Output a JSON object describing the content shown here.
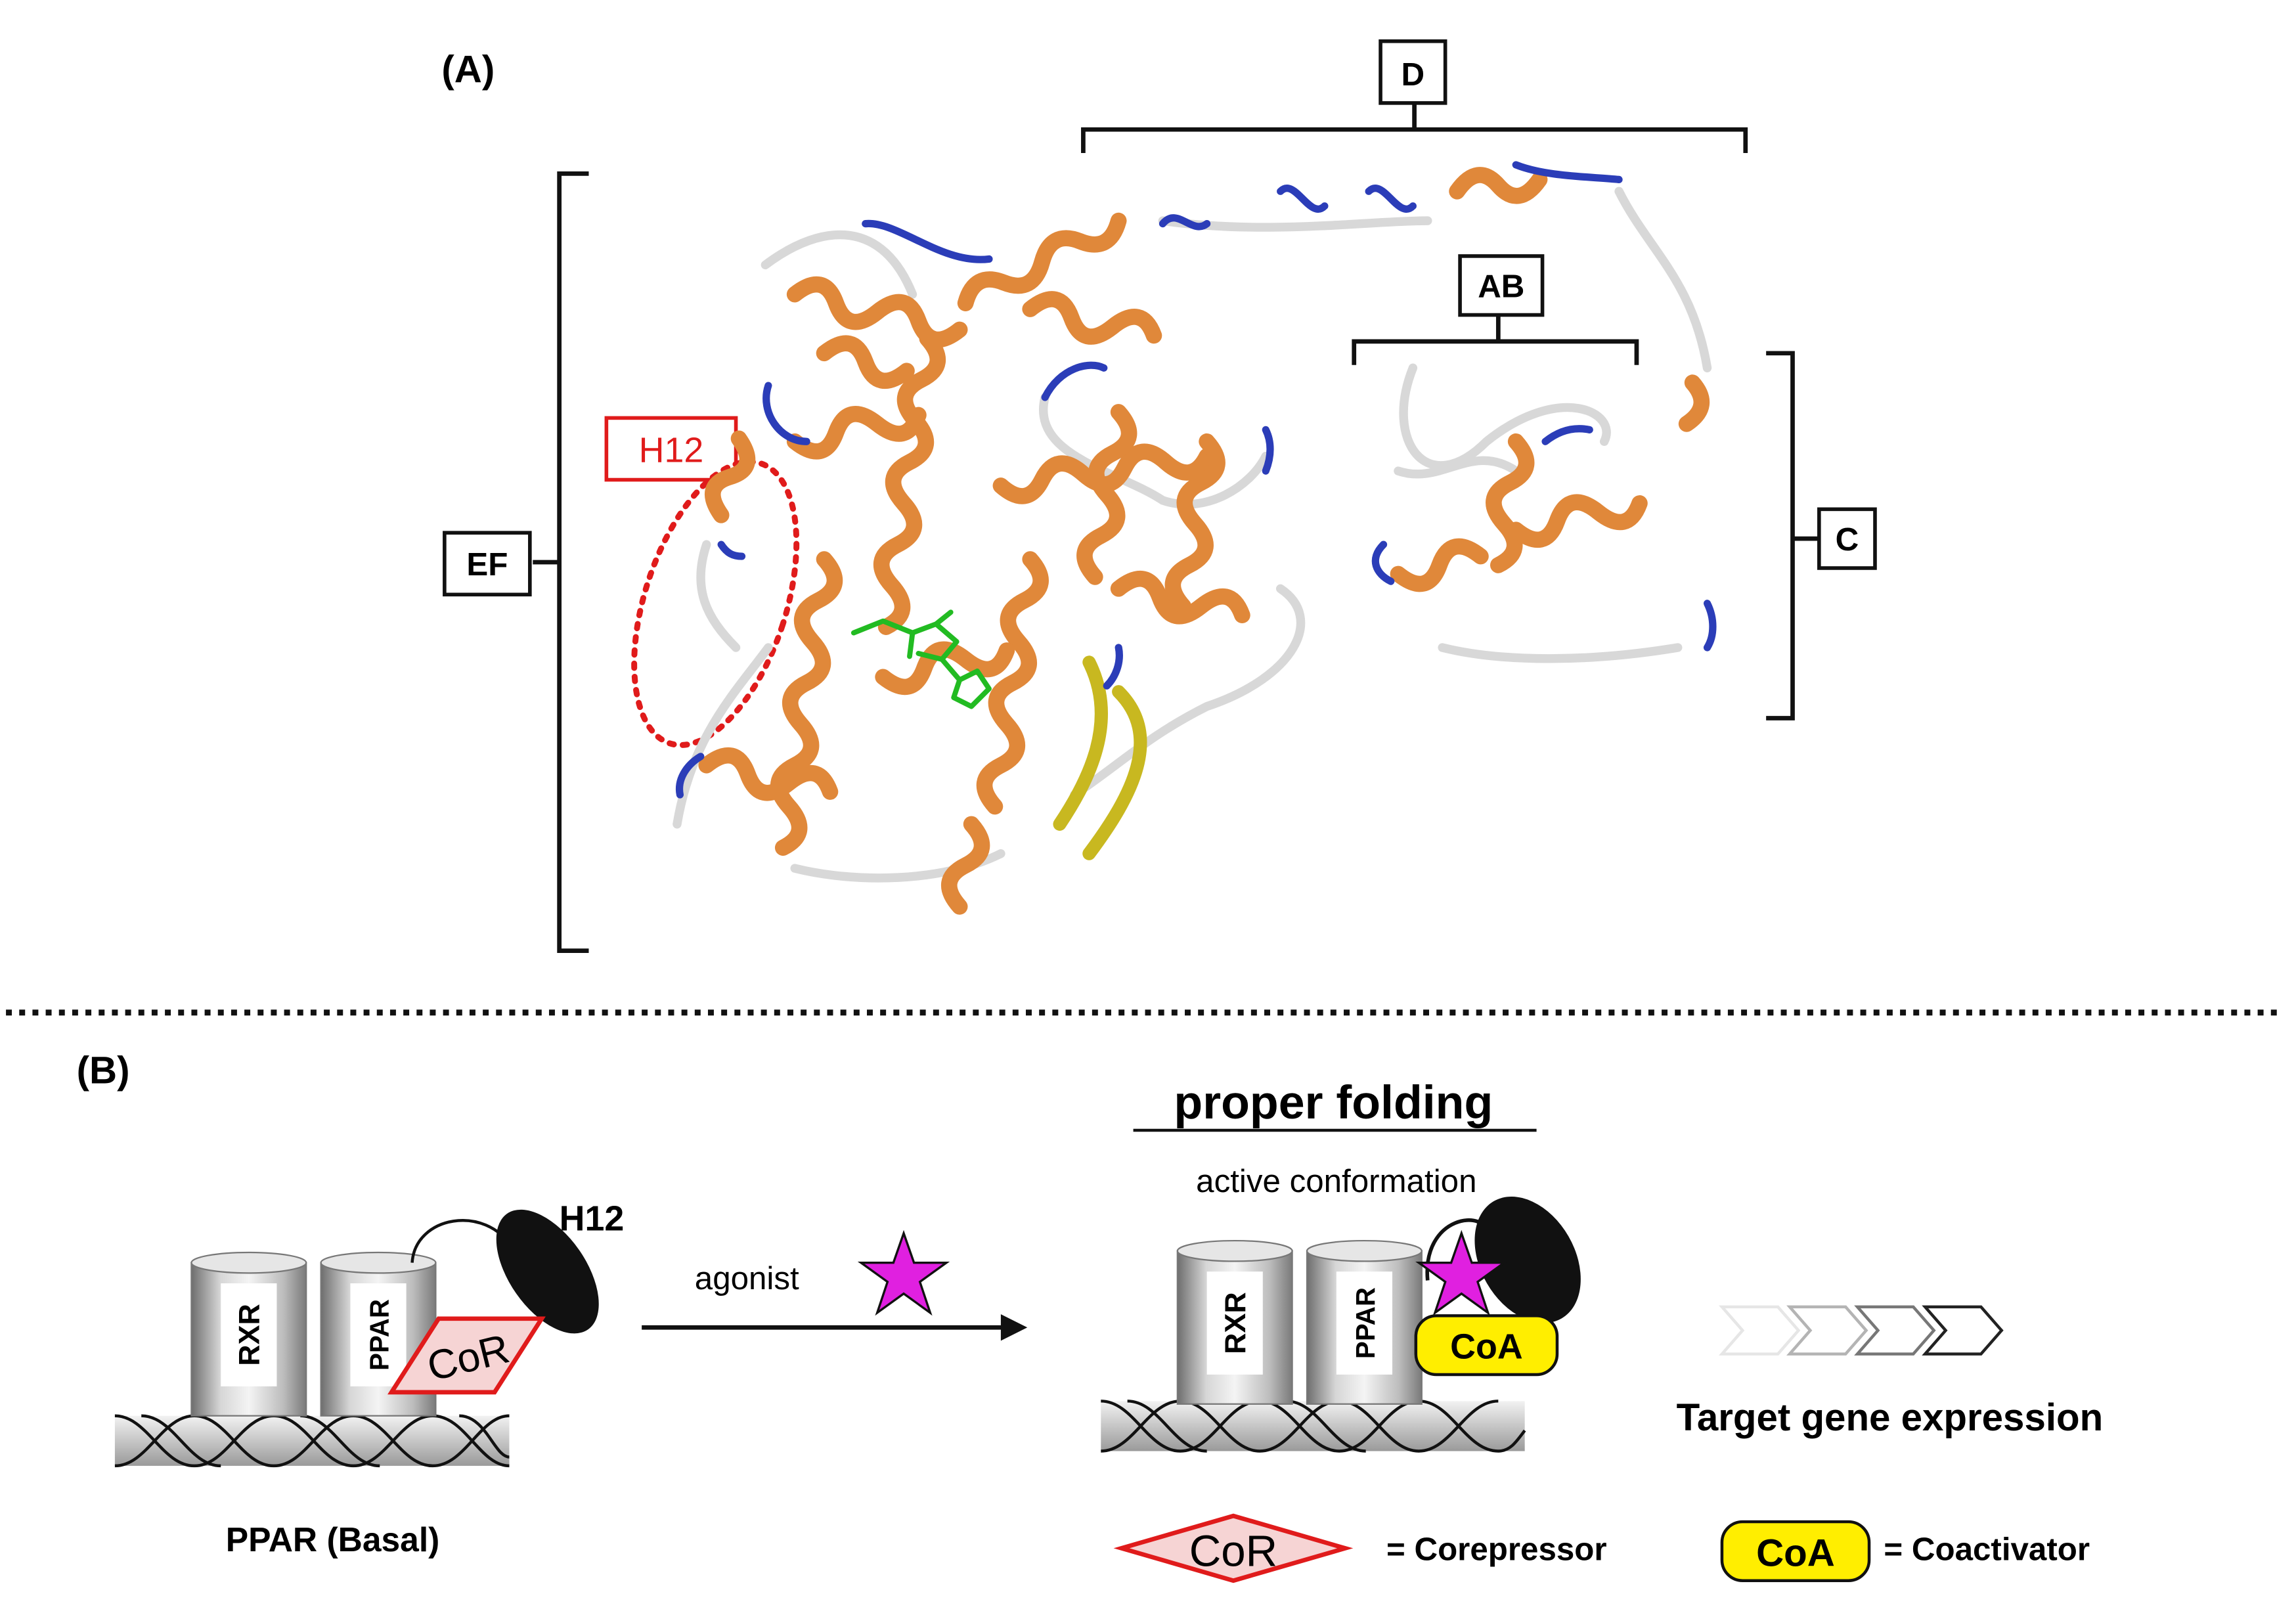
{
  "panel_a": {
    "label": "(A)",
    "domains": {
      "d": "D",
      "ab": "AB",
      "c": "C",
      "ef": "EF",
      "h12": "H12"
    }
  },
  "panel_b": {
    "label": "(B)",
    "basal": {
      "rxr": "RXR",
      "ppar": "PPAR",
      "cor": "CoR",
      "h12": "H12",
      "caption": "PPAR (Basal)"
    },
    "arrow_label": "agonist",
    "title": "proper folding",
    "subtitle": "active conformation",
    "active": {
      "rxr": "RXR",
      "ppar": "PPAR",
      "coa": "CoA"
    },
    "target": "Target gene expression",
    "legend": {
      "cor_symbol": "CoR",
      "cor_text": "= Corepressor",
      "coa_symbol": "CoA",
      "coa_text": "= Coactivator"
    }
  },
  "colors": {
    "helix": "#e0883a",
    "turn": "#2b3db8",
    "coil": "#d8d8d8",
    "sheet": "#c8b820",
    "ligand": "#22bb22",
    "h12_highlight": "#e01b1b",
    "agonist_star": "#e020e0",
    "coactivator": "#ffee00",
    "corepressor_fill": "#f6d4d4"
  }
}
